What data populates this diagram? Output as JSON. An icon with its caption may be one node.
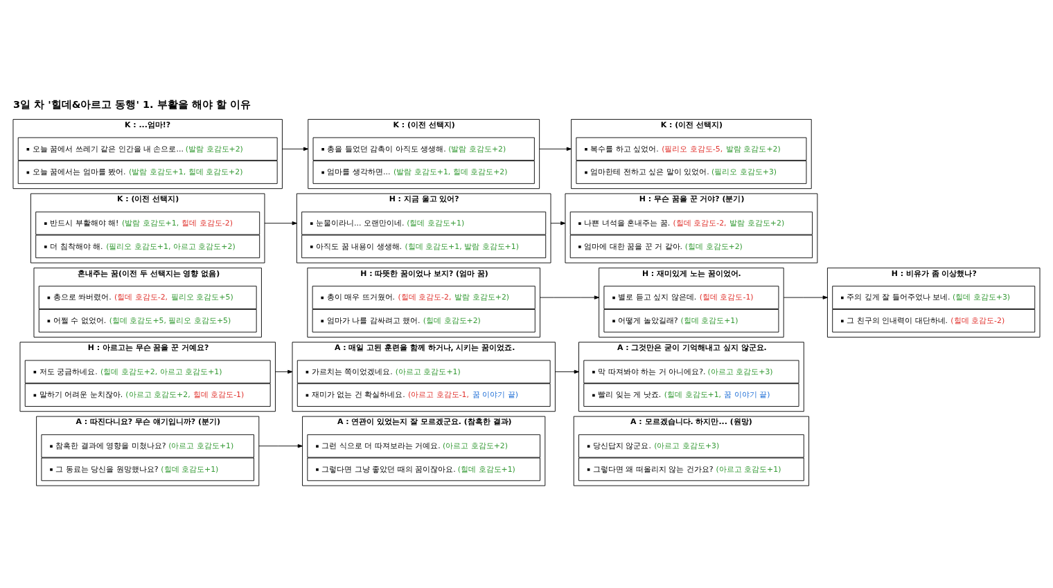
{
  "diagram": {
    "title": "3일 차 '힐데&아르고 동행' 1. 부활을 해야 할 이유",
    "nodes": [
      {
        "text": [
          "K : ...엄마!?"
        ]
      },
      {
        "text": [
          "오늘 꿈에서 쓰레기 같은 인간을 내 손으로...",
          "(발람 호감도+2)"
        ],
        "in": 0
      },
      {
        "text": [
          "오늘 꿈에서는 엄마를 봤어.",
          "(발람 호감도+1, 힐데 호감도+2)"
        ],
        "in": 0
      },
      {
        "text": [
          "K : (이전 선택지)"
        ]
      },
      {
        "text": [
          "총을 들었던 감촉이 아직도 생생해.",
          "(발람 호감도+2)"
        ],
        "in": 3
      },
      {
        "text": [
          "엄마를 생각하면...",
          "(발람 호감도+1, 힐데 호감도+2)"
        ],
        "in": 3
      },
      {
        "text": [
          "K : (이전 선택지)"
        ]
      },
      {
        "text": [
          "복수를 하고 싶었어.",
          "(필리오 호감도-5,",
          "발람 호감도+2)"
        ],
        "in": 6
      },
      {
        "text": [
          "엄마한테 전하고 싶은 말이 있었어.",
          "(필리오 호감도+3)"
        ],
        "in": 6
      },
      {
        "text": [
          "K : (이전 선택지)"
        ]
      },
      {
        "text": [
          "반드시 부활해야 해!",
          "(발람 호감도+1,",
          "힐데 호감도-2)"
        ],
        "in": 9
      },
      {
        "text": [
          "더 침착해야 해.",
          "(필리오 호감도+1, 아르고 호감도+2)"
        ],
        "in": 9
      },
      {
        "text": [
          "H : 지금 울고 있어?"
        ]
      },
      {
        "text": [
          "눈물이라니... 오랜만이네.",
          "(힐데 호감도+1)"
        ],
        "in": 12
      },
      {
        "text": [
          "아직도 꿈 내용이 생생해.",
          "(힐데 호감도+1, 발람 호감도+1)"
        ],
        "in": 12
      },
      {
        "text": [
          "H : 무슨 꿈을 꾼 거야? (분기)"
        ]
      },
      {
        "text": [
          "나쁜 녀석을 혼내주는 꿈.",
          "(힐데 호감도-2,",
          "발람 호감도+2)"
        ],
        "in": 15
      },
      {
        "text": [
          "엄마에 대한 꿈을 꾼 거 같아.",
          "(힐데 호감도+2)"
        ],
        "in": 15
      },
      {
        "text": [
          "혼내주는 꿈(이전 두 선택지는 영향 없음)"
        ]
      },
      {
        "text": [
          "총으로 쏴버렸어.",
          "(힐데 호감도-2,",
          "필리오 호감도+5)"
        ],
        "in": 18
      },
      {
        "text": [
          "어쩔 수 없었어.",
          "(힐데 호감도+5, 필리오 호감도+5)"
        ],
        "in": 18
      },
      {
        "text": [
          "H : 따뜻한 꿈이었나 보지? (엄마 꿈)"
        ]
      },
      {
        "text": [
          "총이 매우 뜨거웠어.",
          "(힐데 호감도-2,",
          "발람 호감도+2)"
        ],
        "in": 21
      },
      {
        "text": [
          "엄마가 나를 감싸려고 했어.",
          "(힐데 호감도+2)"
        ],
        "in": 21
      },
      {
        "text": [
          "H : 재미있게 노는 꿈이었어."
        ]
      },
      {
        "text": [
          "별로 듣고 싶지 않은데.",
          "(힐데 호감도-1)"
        ],
        "in": 24
      },
      {
        "text": [
          "어떻게 놀았길래?",
          "(힐데 호감도+1)"
        ],
        "in": 24
      },
      {
        "text": [
          "H : 비유가 좀 이상했나?"
        ]
      },
      {
        "text": [
          "주의 깊게 잘 들어주었나 보네.",
          "(힐데 호감도+3)"
        ],
        "in": 27
      },
      {
        "text": [
          "그 친구의 인내력이 대단하네.",
          "(힐데 호감도-2)"
        ],
        "in": 27
      },
      {
        "text": [
          "H : 아르고는 무슨 꿈을 꾼 거예요?"
        ]
      },
      {
        "text": [
          "저도 궁금하네요.",
          "(힐데 호감도+2, 아르고 호감도+1)"
        ],
        "in": 30
      },
      {
        "text": [
          "말하기 어려운 눈치잖아.",
          "(아르고 호감도+2,",
          "힐데 호감도-1)"
        ],
        "in": 30
      },
      {
        "text": [
          "A : 매일 고된 훈련을 함께 하거나, 시키는 꿈이었죠."
        ]
      },
      {
        "text": [
          "가르치는 쪽이었겠네요.",
          "(아르고 호감도+1)"
        ],
        "in": 33
      },
      {
        "text": [
          "재미가 없는 건 확실하네요.",
          "(아르고 호감도-1,",
          "꿈 이야기 끝)"
        ],
        "in": 33
      },
      {
        "text": [
          "A : 그것만은 굳이 기억해내고 싶지 않군요."
        ]
      },
      {
        "text": [
          "막 따져봐야 하는 거 아니에요?.",
          "(아르고 호감도+3)"
        ],
        "in": 36
      },
      {
        "text": [
          "빨리 잊는 게 낫죠.",
          "(힐데 호감도+1,",
          "꿈 이야기 끝)"
        ],
        "in": 36
      },
      {
        "text": [
          "A : 따진다니요? 무슨 얘기입니까? (분기)"
        ]
      },
      {
        "text": [
          "참혹한 결과에 영향을 미쳤나요?",
          "(아르고 호감도+1)"
        ],
        "in": 39
      },
      {
        "text": [
          "그 동료는 당신을 원망했나요?",
          "(힐데 호감도+1)"
        ],
        "in": 39
      },
      {
        "text": [
          "A : 연관이 있었는지 잘 모르겠군요. (참혹한 결과)"
        ]
      },
      {
        "text": [
          "그런 식으로 더 따져보라는 거예요.",
          "(아르고 호감도+2)"
        ],
        "in": 42
      },
      {
        "text": [
          "그렇다면 그냥 좋았던 때의 꿈이잖아요.",
          "(힐데 호감도+1)"
        ],
        "in": 42
      },
      {
        "text": [
          "A : 모르겠습니다. 하지만... (원망)"
        ]
      },
      {
        "text": [
          "당신답지 않군요.",
          "(아르고 호감도+3)"
        ],
        "in": 45
      },
      {
        "text": [
          "그렇다면 왜 떠올리지 않는 건가요?",
          "(아르고 호감도+1)"
        ],
        "in": 45
      }
    ],
    "edges": [
      {
        "from": 0,
        "to": 3,
        "arrow": "to"
      },
      {
        "from": 3,
        "to": 6,
        "arrow": "to"
      },
      {
        "from": 9,
        "to": 12,
        "arrow": "to"
      },
      {
        "from": 12,
        "to": 15,
        "arrow": "to"
      },
      {
        "from": 21,
        "to": 24,
        "arrow": "to"
      },
      {
        "from": 24,
        "to": 27,
        "arrow": "to"
      },
      {
        "from": 30,
        "to": 33,
        "arrow": "to"
      },
      {
        "from": 33,
        "to": 36,
        "arrow": "to"
      },
      {
        "from": 39,
        "to": 42,
        "arrow": "to"
      }
    ]
  }
}
